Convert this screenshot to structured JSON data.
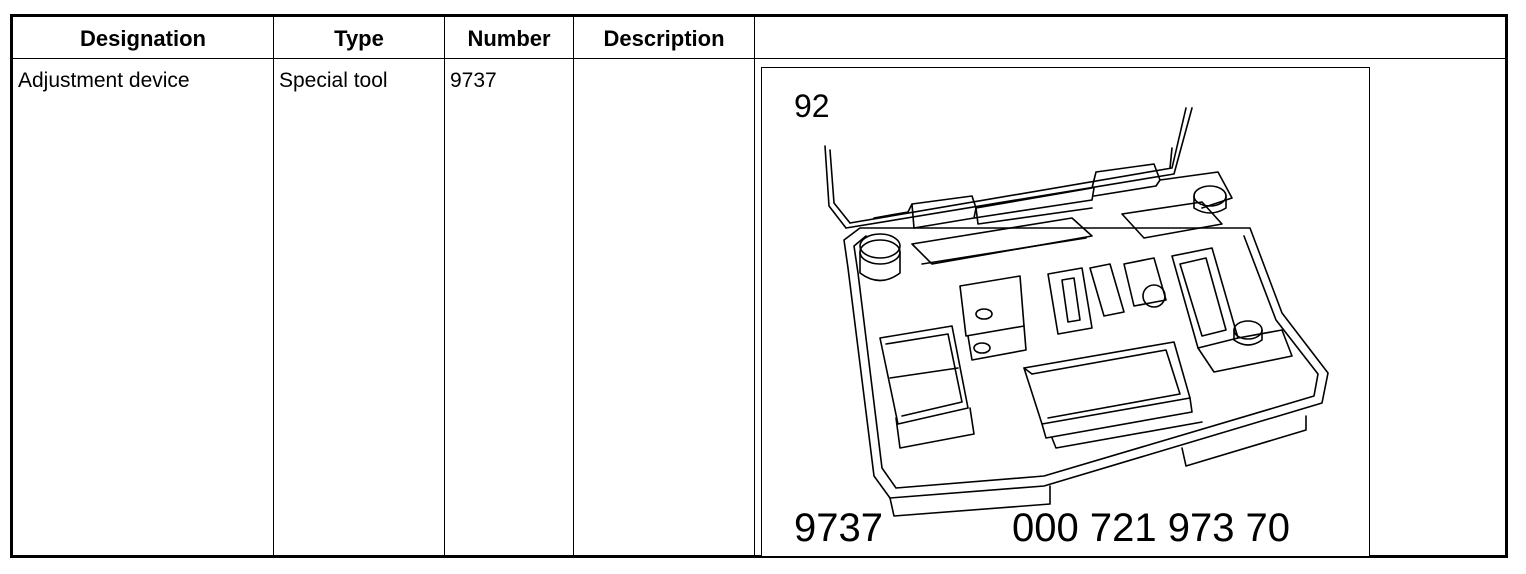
{
  "table": {
    "headers": {
      "designation": "Designation",
      "type": "Type",
      "number": "Number",
      "description": "Description",
      "image": ""
    },
    "rows": [
      {
        "designation": "Adjustment device",
        "type": "Special tool",
        "number": "9737",
        "description": ""
      }
    ]
  },
  "illustration": {
    "figure_ref": "92",
    "tool_number": "9737",
    "part_number": "000 721 973 70",
    "subject": "tool-case-icon"
  }
}
